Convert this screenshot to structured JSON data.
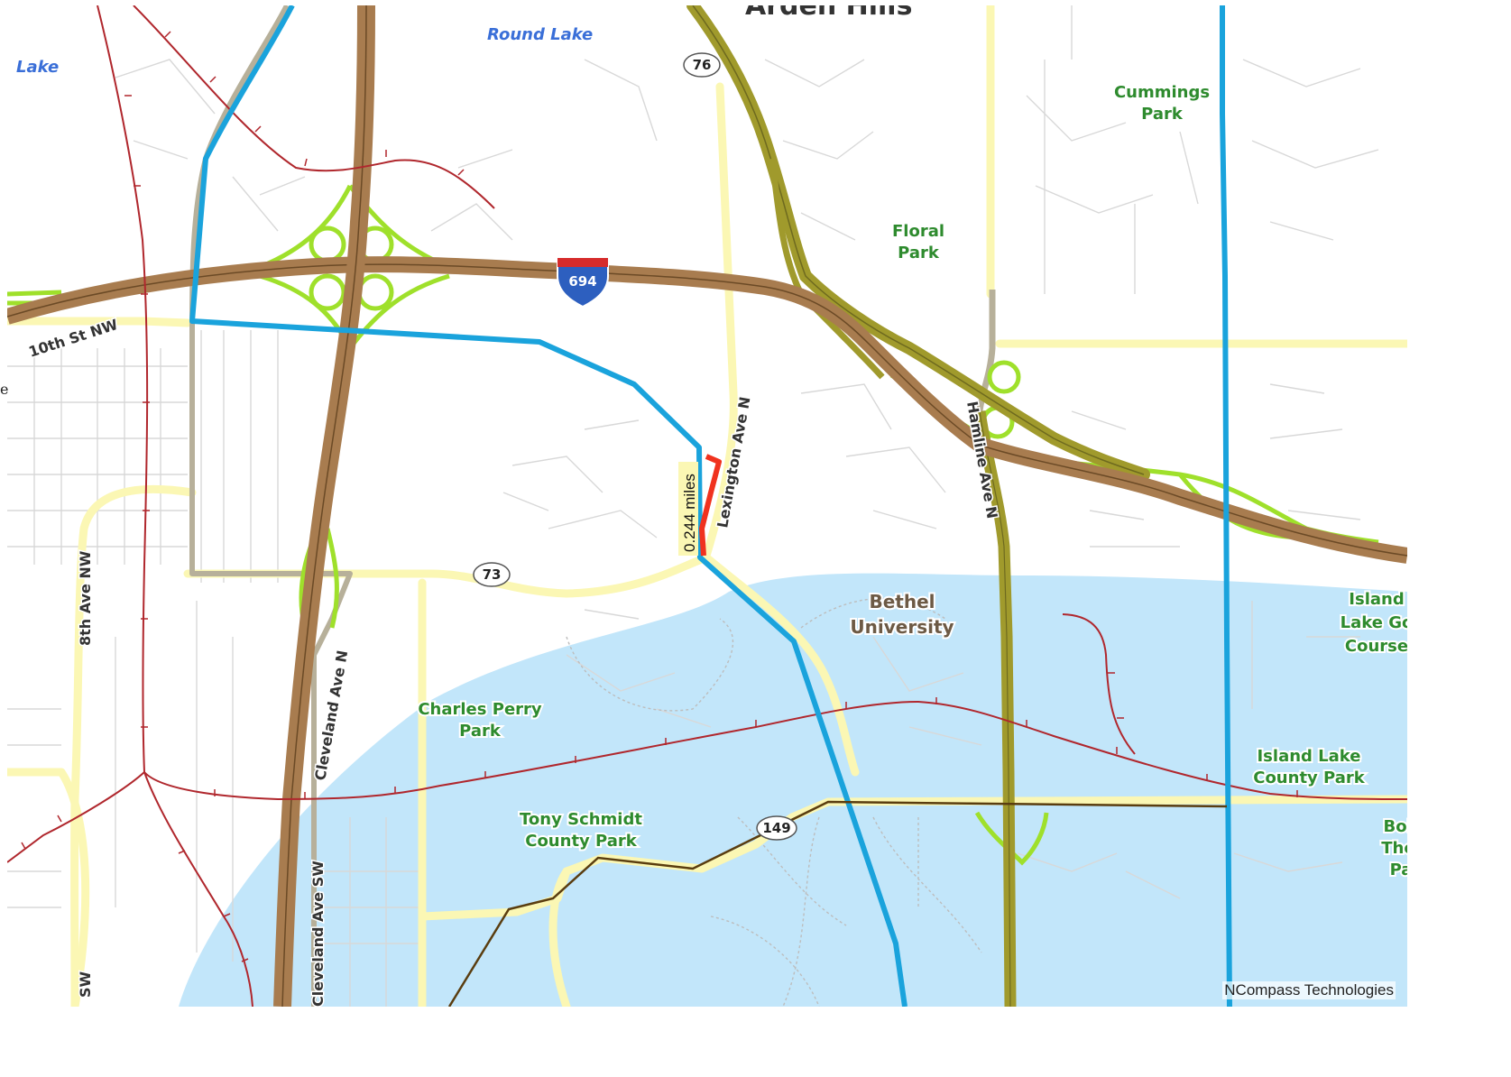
{
  "map": {
    "town_label": "Arden Hills",
    "water_labels": [
      "Round Lake",
      "Lake"
    ],
    "parks": [
      {
        "lines": [
          "Cummings",
          "Park"
        ]
      },
      {
        "lines": [
          "Floral",
          "Park"
        ]
      },
      {
        "lines": [
          "Charles Perry",
          "Park"
        ]
      },
      {
        "lines": [
          "Tony Schmidt",
          "County Park"
        ]
      },
      {
        "lines": [
          "Island Lake",
          "County Park"
        ]
      },
      {
        "lines": [
          "Island",
          "Lake Go",
          "Course"
        ]
      },
      {
        "lines": [
          "Bob",
          "Thei",
          "Pa"
        ]
      }
    ],
    "university": [
      "Bethel",
      "University"
    ],
    "streets": {
      "tenth": "10th St NW",
      "eighth": "8th Ave NW",
      "cleveland_n": "Cleveland Ave N",
      "cleveland_sw": "Cleveland Ave SW",
      "hamline": "Hamline Ave N",
      "lexington": "Lexington Ave N",
      "sw_partial": "SW"
    },
    "shields": {
      "interstate": "694",
      "county_76": "76",
      "county_73": "73",
      "county_149": "149"
    },
    "segment_label": "0.244 miles",
    "left_edge_char": "e",
    "attribution": "NCompass Technologies"
  },
  "colors": {
    "water": "#c2e6fa",
    "interstate": "#a87c4f",
    "highway_olive": "#a09a2c",
    "ramp_green": "#9fe02b",
    "route_blue": "#1aa3dc",
    "railroad": "#b0272d",
    "major_road": "#fbf7b4",
    "selected_segment": "#f0321e",
    "route_brown": "#5a3d0f"
  }
}
